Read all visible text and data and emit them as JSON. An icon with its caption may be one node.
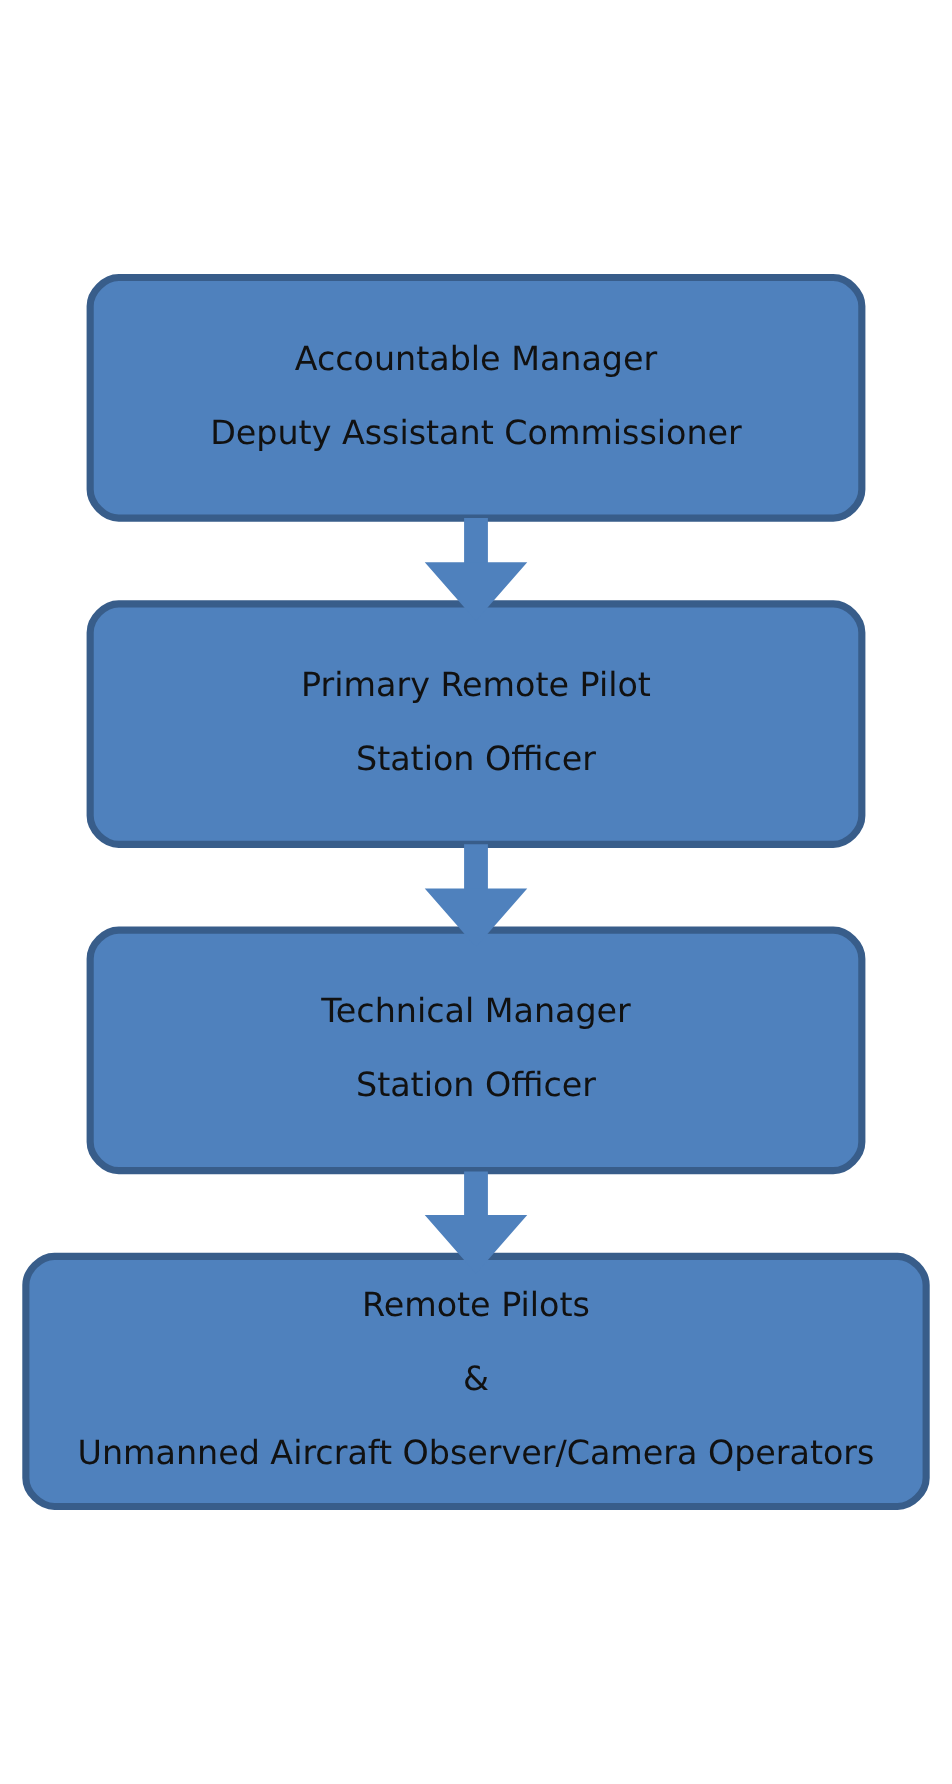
{
  "diagram": {
    "nodes": [
      {
        "text": [
          "Accountable Manager",
          "Deputy Assistant Commissioner"
        ]
      },
      {
        "text": [
          "Primary Remote Pilot",
          "Station Officer"
        ]
      },
      {
        "text": [
          "Technical Manager",
          "Station Officer"
        ]
      },
      {
        "text": [
          "Remote Pilots",
          "&",
          "Unmanned Aircraft Observer/Camera Operators"
        ]
      }
    ],
    "edges": [
      {
        "from": 0,
        "to": 1,
        "arrow": "to"
      },
      {
        "from": 1,
        "to": 2,
        "arrow": "to"
      },
      {
        "from": 2,
        "to": 3,
        "arrow": "to"
      }
    ]
  }
}
